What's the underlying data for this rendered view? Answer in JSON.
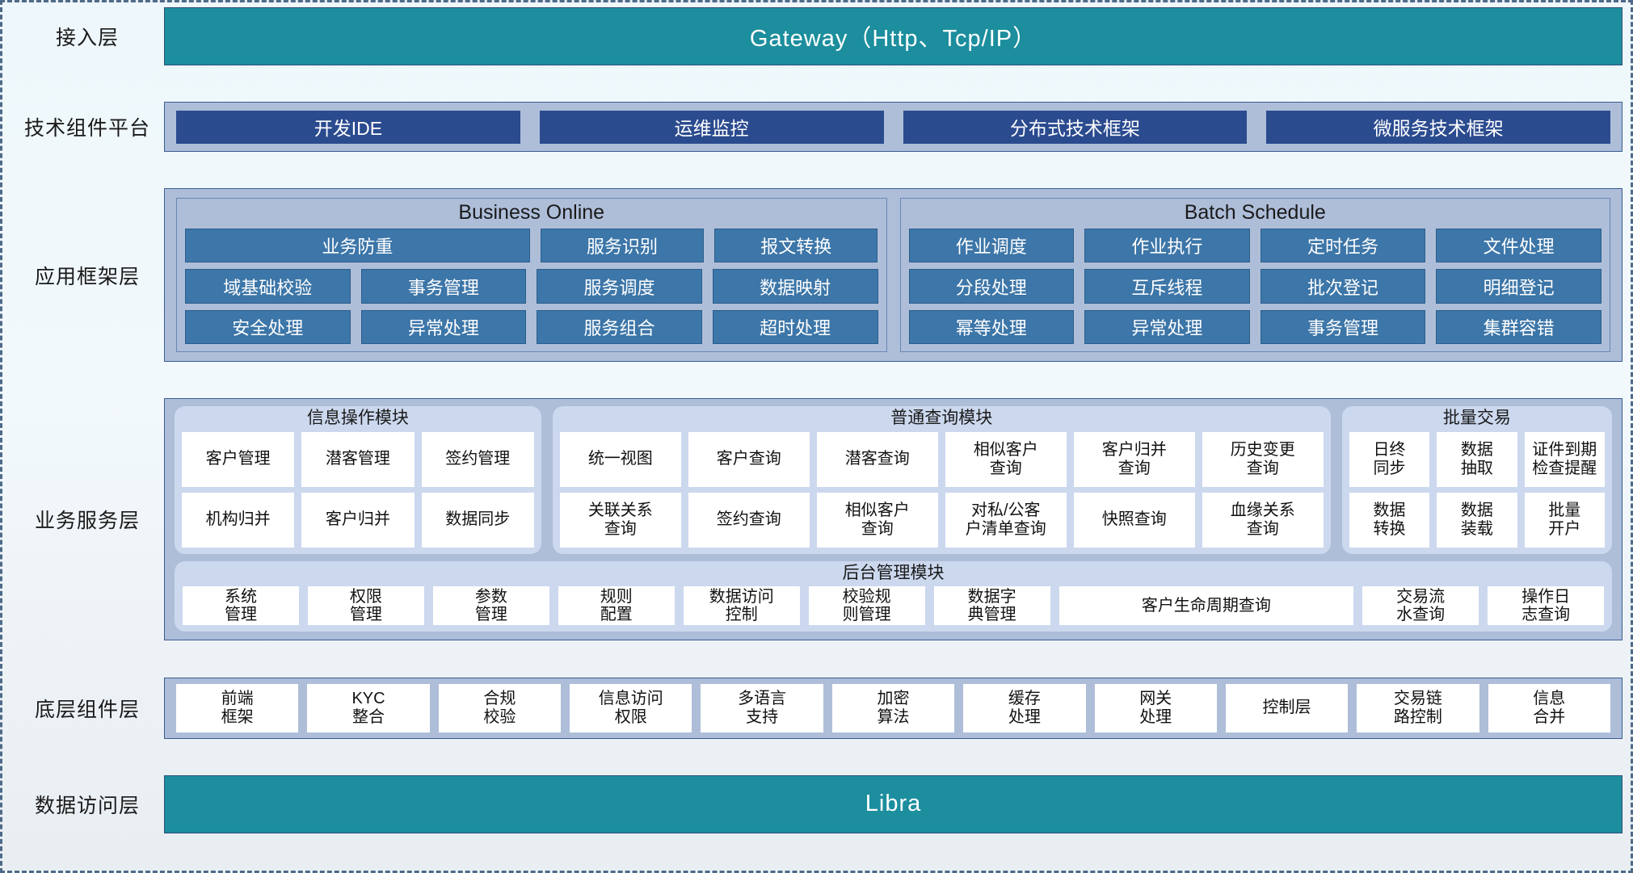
{
  "layers": [
    {
      "label": "接入层"
    },
    {
      "label": "技术组件平台"
    },
    {
      "label": "应用框架层"
    },
    {
      "label": "业务服务层"
    },
    {
      "label": "底层组件层"
    },
    {
      "label": "数据访问层"
    }
  ],
  "access_layer": {
    "banner": "Gateway（Http、Tcp/IP）"
  },
  "tech_platform": {
    "chips": [
      "开发IDE",
      "运维监控",
      "分布式技术框架",
      "微服务技术框架"
    ]
  },
  "app_framework": {
    "groups": [
      {
        "title": "Business Online",
        "rows": [
          [
            "业务防重",
            "服务识别",
            "报文转换"
          ],
          [
            "域基础校验",
            "事务管理",
            "服务调度",
            "数据映射"
          ],
          [
            "安全处理",
            "异常处理",
            "服务组合",
            "超时处理"
          ]
        ]
      },
      {
        "title": "Batch Schedule",
        "rows": [
          [
            "作业调度",
            "作业执行",
            "定时任务",
            "文件处理"
          ],
          [
            "分段处理",
            "互斥线程",
            "批次登记",
            "明细登记"
          ],
          [
            "幂等处理",
            "异常处理",
            "事务管理",
            "集群容错"
          ]
        ]
      }
    ]
  },
  "business_service": {
    "modules": [
      {
        "title": "信息操作模块",
        "rows": [
          [
            "客户管理",
            "潜客管理",
            "签约管理"
          ],
          [
            "机构归并",
            "客户归并",
            "数据同步"
          ]
        ]
      },
      {
        "title": "普通查询模块",
        "rows": [
          [
            "统一视图",
            "客户查询",
            "潜客查询",
            "相似客户\n查询",
            "客户归并\n查询",
            "历史变更\n查询"
          ],
          [
            "关联关系\n查询",
            "签约查询",
            "相似客户\n查询",
            "对私/公客\n户清单查询",
            "快照查询",
            "血缘关系\n查询"
          ]
        ]
      },
      {
        "title": "批量交易",
        "rows": [
          [
            "日终\n同步",
            "数据\n抽取",
            "证件到期\n检查提醒"
          ],
          [
            "数据\n转换",
            "数据\n装载",
            "批量\n开户"
          ]
        ]
      }
    ],
    "admin_module": {
      "title": "后台管理模块",
      "cells": [
        {
          "label": "系统\n管理",
          "wide": false
        },
        {
          "label": "权限\n管理",
          "wide": false
        },
        {
          "label": "参数\n管理",
          "wide": false
        },
        {
          "label": "规则\n配置",
          "wide": false
        },
        {
          "label": "数据访问\n控制",
          "wide": false
        },
        {
          "label": "校验规\n则管理",
          "wide": false
        },
        {
          "label": "数据字\n典管理",
          "wide": false
        },
        {
          "label": "客户生命周期查询",
          "wide": true
        },
        {
          "label": "交易流\n水查询",
          "wide": false
        },
        {
          "label": "操作日\n志查询",
          "wide": false
        }
      ]
    }
  },
  "component_layer": {
    "cells": [
      "前端\n框架",
      "KYC\n整合",
      "合规\n校验",
      "信息访问\n权限",
      "多语言\n支持",
      "加密\n算法",
      "缓存\n处理",
      "网关\n处理",
      "控制层",
      "交易链\n路控制",
      "信息\n合并"
    ]
  },
  "data_access_layer": {
    "banner": "Libra"
  },
  "colors": {
    "teal": "#1c8e9e",
    "panel_blue": "#aebed9",
    "chip_navy": "#2b4b8f",
    "cell_blue": "#3d76a8",
    "module_bg": "#ccd8ee",
    "white_cell": "#ffffff",
    "border": "#3b5c93",
    "background": "#eef7fb"
  }
}
